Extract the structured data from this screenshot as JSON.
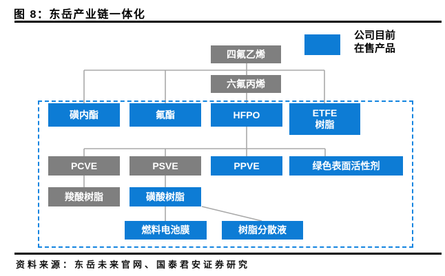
{
  "figure": {
    "title": "图 8：东岳产业链一体化",
    "source": "资料来源：东岳未来官网、国泰君安证券研究"
  },
  "legend": {
    "line1": "公司目前",
    "line2": "在售产品",
    "swatch_meaning": "蓝色方块代表公司目前在售产品"
  },
  "colors": {
    "on_sale_blue": "#0d7cd5",
    "not_on_sale_gray": "#7f7f7f",
    "connector_gray": "#a8a8a8",
    "dashed_border_blue": "#1284e0",
    "rule_black": "#000000"
  },
  "nodes": {
    "tfe": {
      "label": "四氟乙烯",
      "on_sale": false
    },
    "hfp": {
      "label": "六氟丙烯",
      "on_sale": false
    },
    "sultone": {
      "label": "磺内酯",
      "on_sale": true
    },
    "fluoro_ester": {
      "label": "氟酯",
      "on_sale": true
    },
    "hfpo": {
      "label": "HFPO",
      "on_sale": true
    },
    "etfe_resin": {
      "line1": "ETFE",
      "line2": "树脂",
      "on_sale": true
    },
    "pcve": {
      "label": "PCVE",
      "on_sale": false
    },
    "psve": {
      "label": "PSVE",
      "on_sale": false
    },
    "ppve": {
      "label": "PPVE",
      "on_sale": true
    },
    "green_surfactant": {
      "label": "绿色表面活性剂",
      "on_sale": true
    },
    "carboxylic_resin": {
      "label": "羧酸树脂",
      "on_sale": false
    },
    "sulfonic_resin": {
      "label": "磺酸树脂",
      "on_sale": true
    },
    "fuel_cell_membrane": {
      "label": "燃料电池膜",
      "on_sale": true
    },
    "resin_dispersion": {
      "label": "树脂分散液",
      "on_sale": true
    }
  },
  "edges": [
    {
      "from": "四氟乙烯",
      "to": "磺内酯"
    },
    {
      "from": "四氟乙烯",
      "to": "氟酯"
    },
    {
      "from": "四氟乙烯",
      "to": "六氟丙烯"
    },
    {
      "from": "四氟乙烯",
      "to": "ETFE树脂"
    },
    {
      "from": "六氟丙烯",
      "to": "HFPO"
    },
    {
      "from": "HFPO",
      "to": "PCVE"
    },
    {
      "from": "HFPO",
      "to": "PSVE"
    },
    {
      "from": "HFPO",
      "to": "PPVE"
    },
    {
      "from": "HFPO",
      "to": "绿色表面活性剂"
    },
    {
      "from": "PCVE",
      "to": "羧酸树脂"
    },
    {
      "from": "PSVE",
      "to": "磺酸树脂"
    },
    {
      "from": "磺酸树脂",
      "to": "燃料电池膜"
    },
    {
      "from": "磺酸树脂",
      "to": "树脂分散液"
    }
  ]
}
